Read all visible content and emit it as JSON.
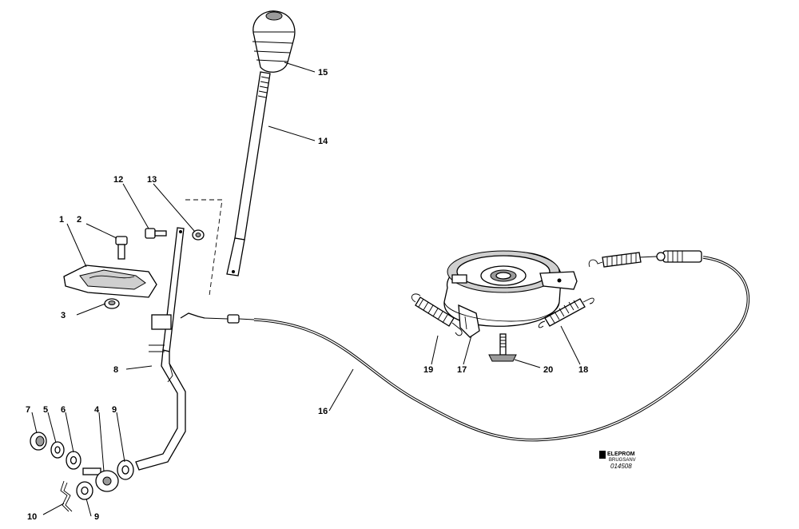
{
  "callouts": {
    "c1": "1",
    "c2": "2",
    "c3": "3",
    "c4": "4",
    "c5": "5",
    "c6": "6",
    "c7": "7",
    "c8": "8",
    "c9a": "9",
    "c9b": "9",
    "c10": "10",
    "c12": "12",
    "c13": "13",
    "c14": "14",
    "c15": "15",
    "c16": "16",
    "c17": "17",
    "c18": "18",
    "c19": "19",
    "c20": "20"
  },
  "logo": {
    "brand": "ELEPROM",
    "sub": "BRUGSANV"
  },
  "figure_number": "014508"
}
